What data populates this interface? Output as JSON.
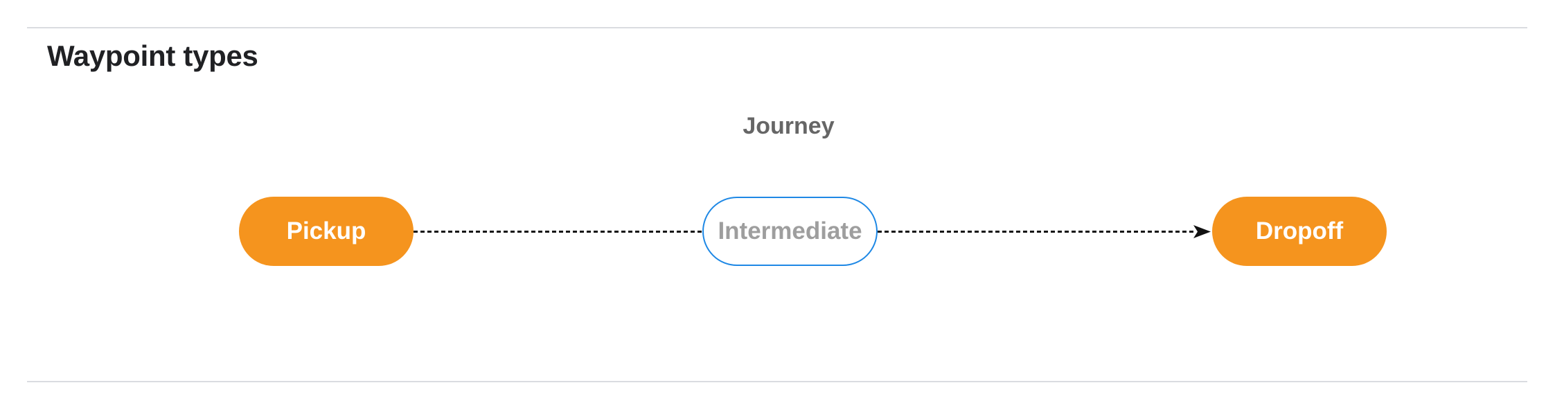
{
  "section": {
    "heading": "Waypoint types"
  },
  "diagram": {
    "title": "Journey",
    "nodes": [
      {
        "id": "pickup",
        "label": "Pickup",
        "style": "filled"
      },
      {
        "id": "intermediate",
        "label": "Intermediate",
        "style": "outlined"
      },
      {
        "id": "dropoff",
        "label": "Dropoff",
        "style": "filled"
      }
    ],
    "edges": [
      {
        "from": "pickup",
        "to": "intermediate",
        "line": "dashed",
        "arrowhead": false
      },
      {
        "from": "intermediate",
        "to": "dropoff",
        "line": "dashed",
        "arrowhead": true
      }
    ]
  },
  "colors": {
    "background": "#FFFFFF",
    "divider": "#DADCE0",
    "heading-text": "#202124",
    "diagram-title-text": "#666666",
    "node-filled": "#F5941E",
    "node-filled-text": "#FFFFFF",
    "node-outline": "#1E88E5",
    "node-outlined-text": "#9E9E9E",
    "edge": "#111111"
  }
}
